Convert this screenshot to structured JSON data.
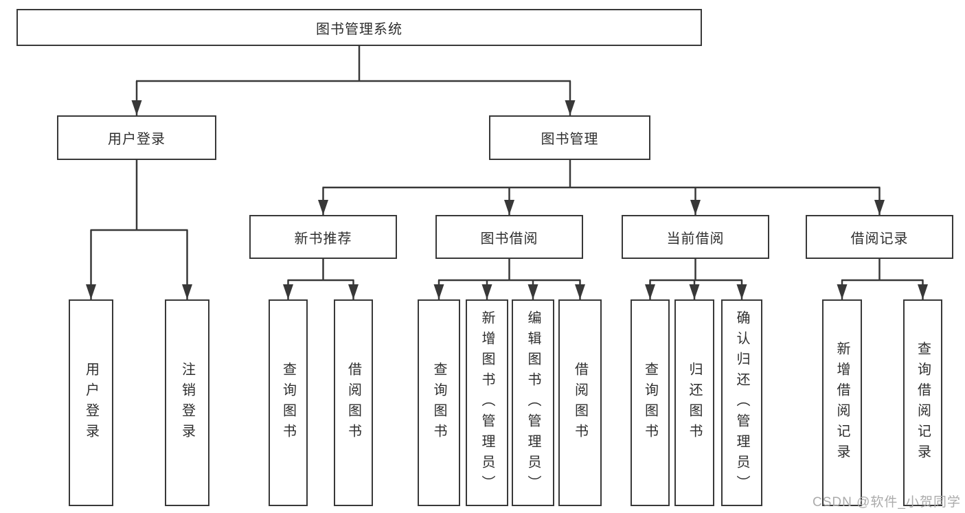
{
  "diagram": {
    "title": "图书管理系统",
    "branches": [
      {
        "label": "用户登录",
        "leaves": [
          "用户登录",
          "注销登录"
        ]
      },
      {
        "label": "图书管理",
        "children": [
          {
            "label": "新书推荐",
            "leaves": [
              "查询图书",
              "借阅图书"
            ]
          },
          {
            "label": "图书借阅",
            "leaves": [
              "查询图书",
              "新增图书（管理员）",
              "编辑图书（管理员）",
              "借阅图书"
            ]
          },
          {
            "label": "当前借阅",
            "leaves": [
              "查询图书",
              "归还图书",
              "确认归还（管理员）"
            ]
          },
          {
            "label": "借阅记录",
            "leaves": [
              "新增借阅记录",
              "查询借阅记录"
            ]
          }
        ]
      }
    ]
  },
  "watermark": "CSDN @软件_小贺同学",
  "colors": {
    "line": "#383838",
    "box_border": "#383838",
    "text": "#2e2e2e",
    "watermark": "#ababab",
    "background": "#ffffff"
  }
}
